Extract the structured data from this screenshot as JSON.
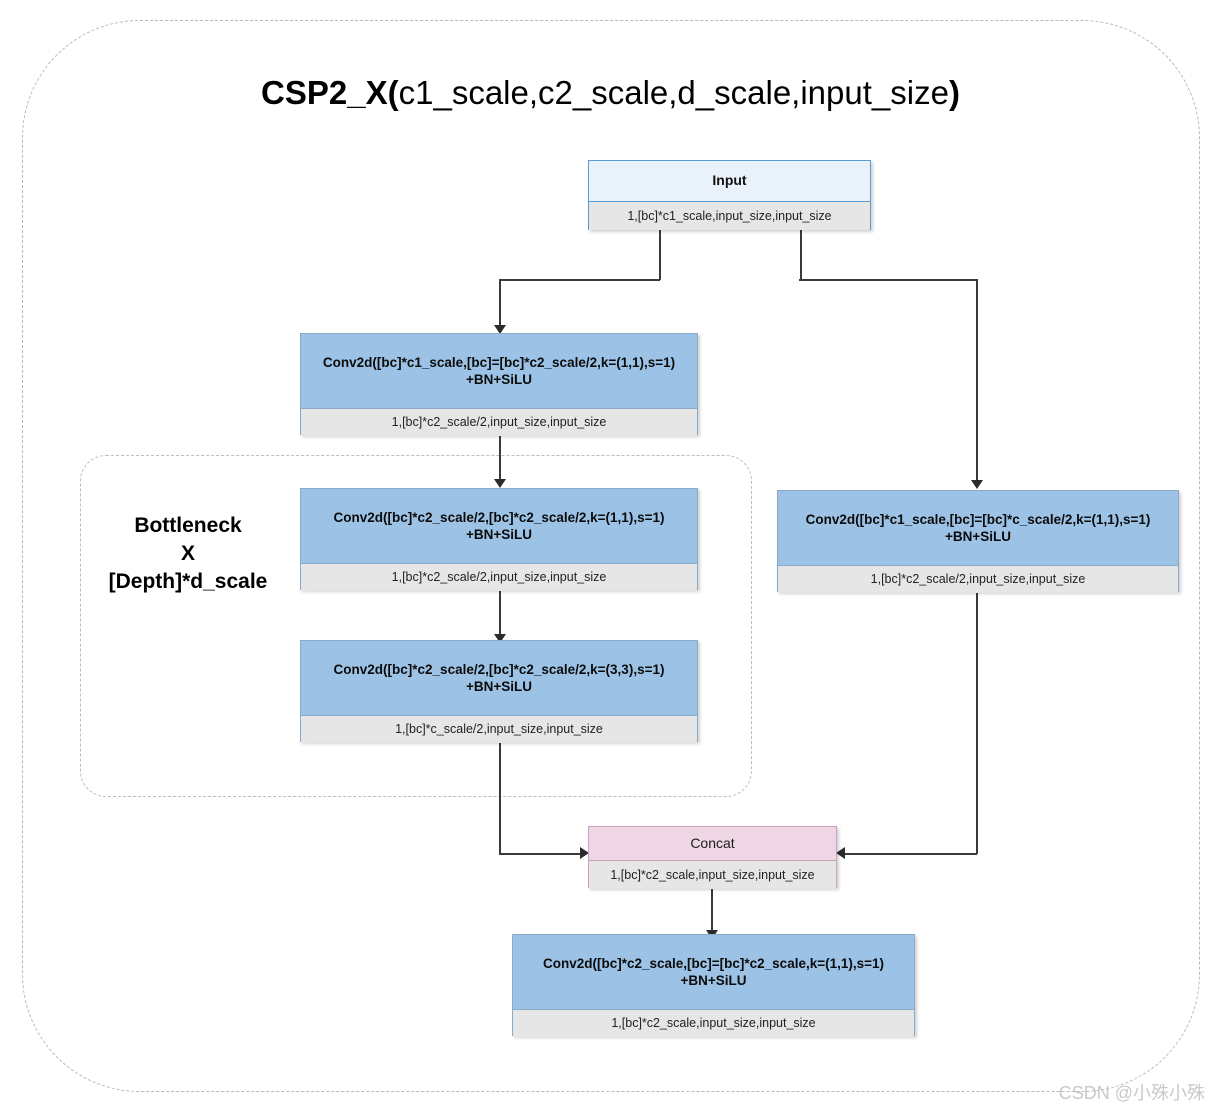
{
  "title": {
    "bold_prefix": "CSP2_X(",
    "params": "c1_scale,c2_scale,d_scale,input_size",
    "bold_suffix": ")"
  },
  "group": {
    "bottleneck_line1": "Bottleneck",
    "bottleneck_line2": "X",
    "bottleneck_line3": "[Depth]*d_scale"
  },
  "nodes": {
    "input": {
      "header": "Input",
      "footer": "1,[bc]*c1_scale,input_size,input_size"
    },
    "conv_left_1": {
      "header_line1": "Conv2d([bc]*c1_scale,[bc]=[bc]*c2_scale/2,k=(1,1),s=1)",
      "header_line2": "+BN+SiLU",
      "footer": "1,[bc]*c2_scale/2,input_size,input_size"
    },
    "bottleneck_conv_1": {
      "header_line1": "Conv2d([bc]*c2_scale/2,[bc]*c2_scale/2,k=(1,1),s=1)",
      "header_line2": "+BN+SiLU",
      "footer": "1,[bc]*c2_scale/2,input_size,input_size"
    },
    "bottleneck_conv_2": {
      "header_line1": "Conv2d([bc]*c2_scale/2,[bc]*c2_scale/2,k=(3,3),s=1)",
      "header_line2": "+BN+SiLU",
      "footer": "1,[bc]*c_scale/2,input_size,input_size"
    },
    "conv_right": {
      "header_line1": "Conv2d([bc]*c1_scale,[bc]=[bc]*c_scale/2,k=(1,1),s=1)",
      "header_line2": "+BN+SiLU",
      "footer": "1,[bc]*c2_scale/2,input_size,input_size"
    },
    "concat": {
      "header": "Concat",
      "footer": "1,[bc]*c2_scale,input_size,input_size"
    },
    "conv_out": {
      "header_line1": "Conv2d([bc]*c2_scale,[bc]=[bc]*c2_scale,k=(1,1),s=1)",
      "header_line2": "+BN+SiLU",
      "footer": "1,[bc]*c2_scale,input_size,input_size"
    }
  },
  "watermark": "CSDN @小殊小殊",
  "colors": {
    "conv_header": "#9cc3e5",
    "input_header": "#e9f2fb",
    "concat_header": "#eed6e5",
    "footer": "#e6e6e6",
    "border_blue": "#5b9bd5",
    "border_pink": "#c9a3bd",
    "connector": "#3a3a3a",
    "dashed_frame": "#bdbdbd"
  }
}
